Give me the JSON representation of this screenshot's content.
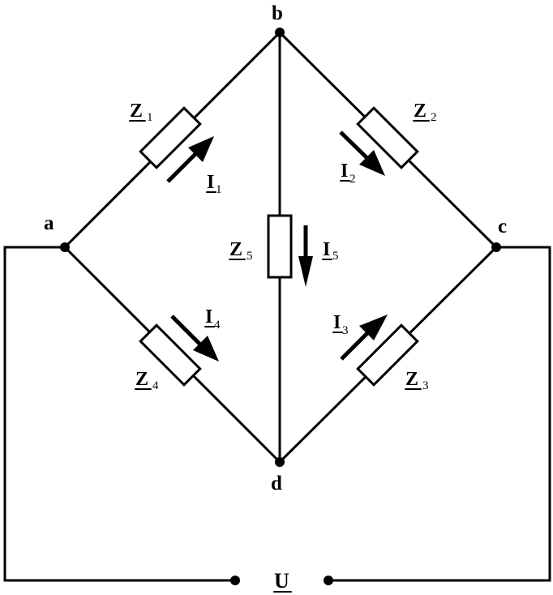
{
  "nodes": {
    "a": "a",
    "b": "b",
    "c": "c",
    "d": "d"
  },
  "impedances": [
    {
      "symbol": "Z",
      "sub": "1"
    },
    {
      "symbol": "Z",
      "sub": "2"
    },
    {
      "symbol": "Z",
      "sub": "3"
    },
    {
      "symbol": "Z",
      "sub": "4"
    },
    {
      "symbol": "Z",
      "sub": "5"
    }
  ],
  "currents": [
    {
      "symbol": "I",
      "sub": "1"
    },
    {
      "symbol": "I",
      "sub": "2"
    },
    {
      "symbol": "I",
      "sub": "3"
    },
    {
      "symbol": "I",
      "sub": "4"
    },
    {
      "symbol": "I",
      "sub": "5"
    }
  ],
  "source": {
    "symbol": "U"
  }
}
